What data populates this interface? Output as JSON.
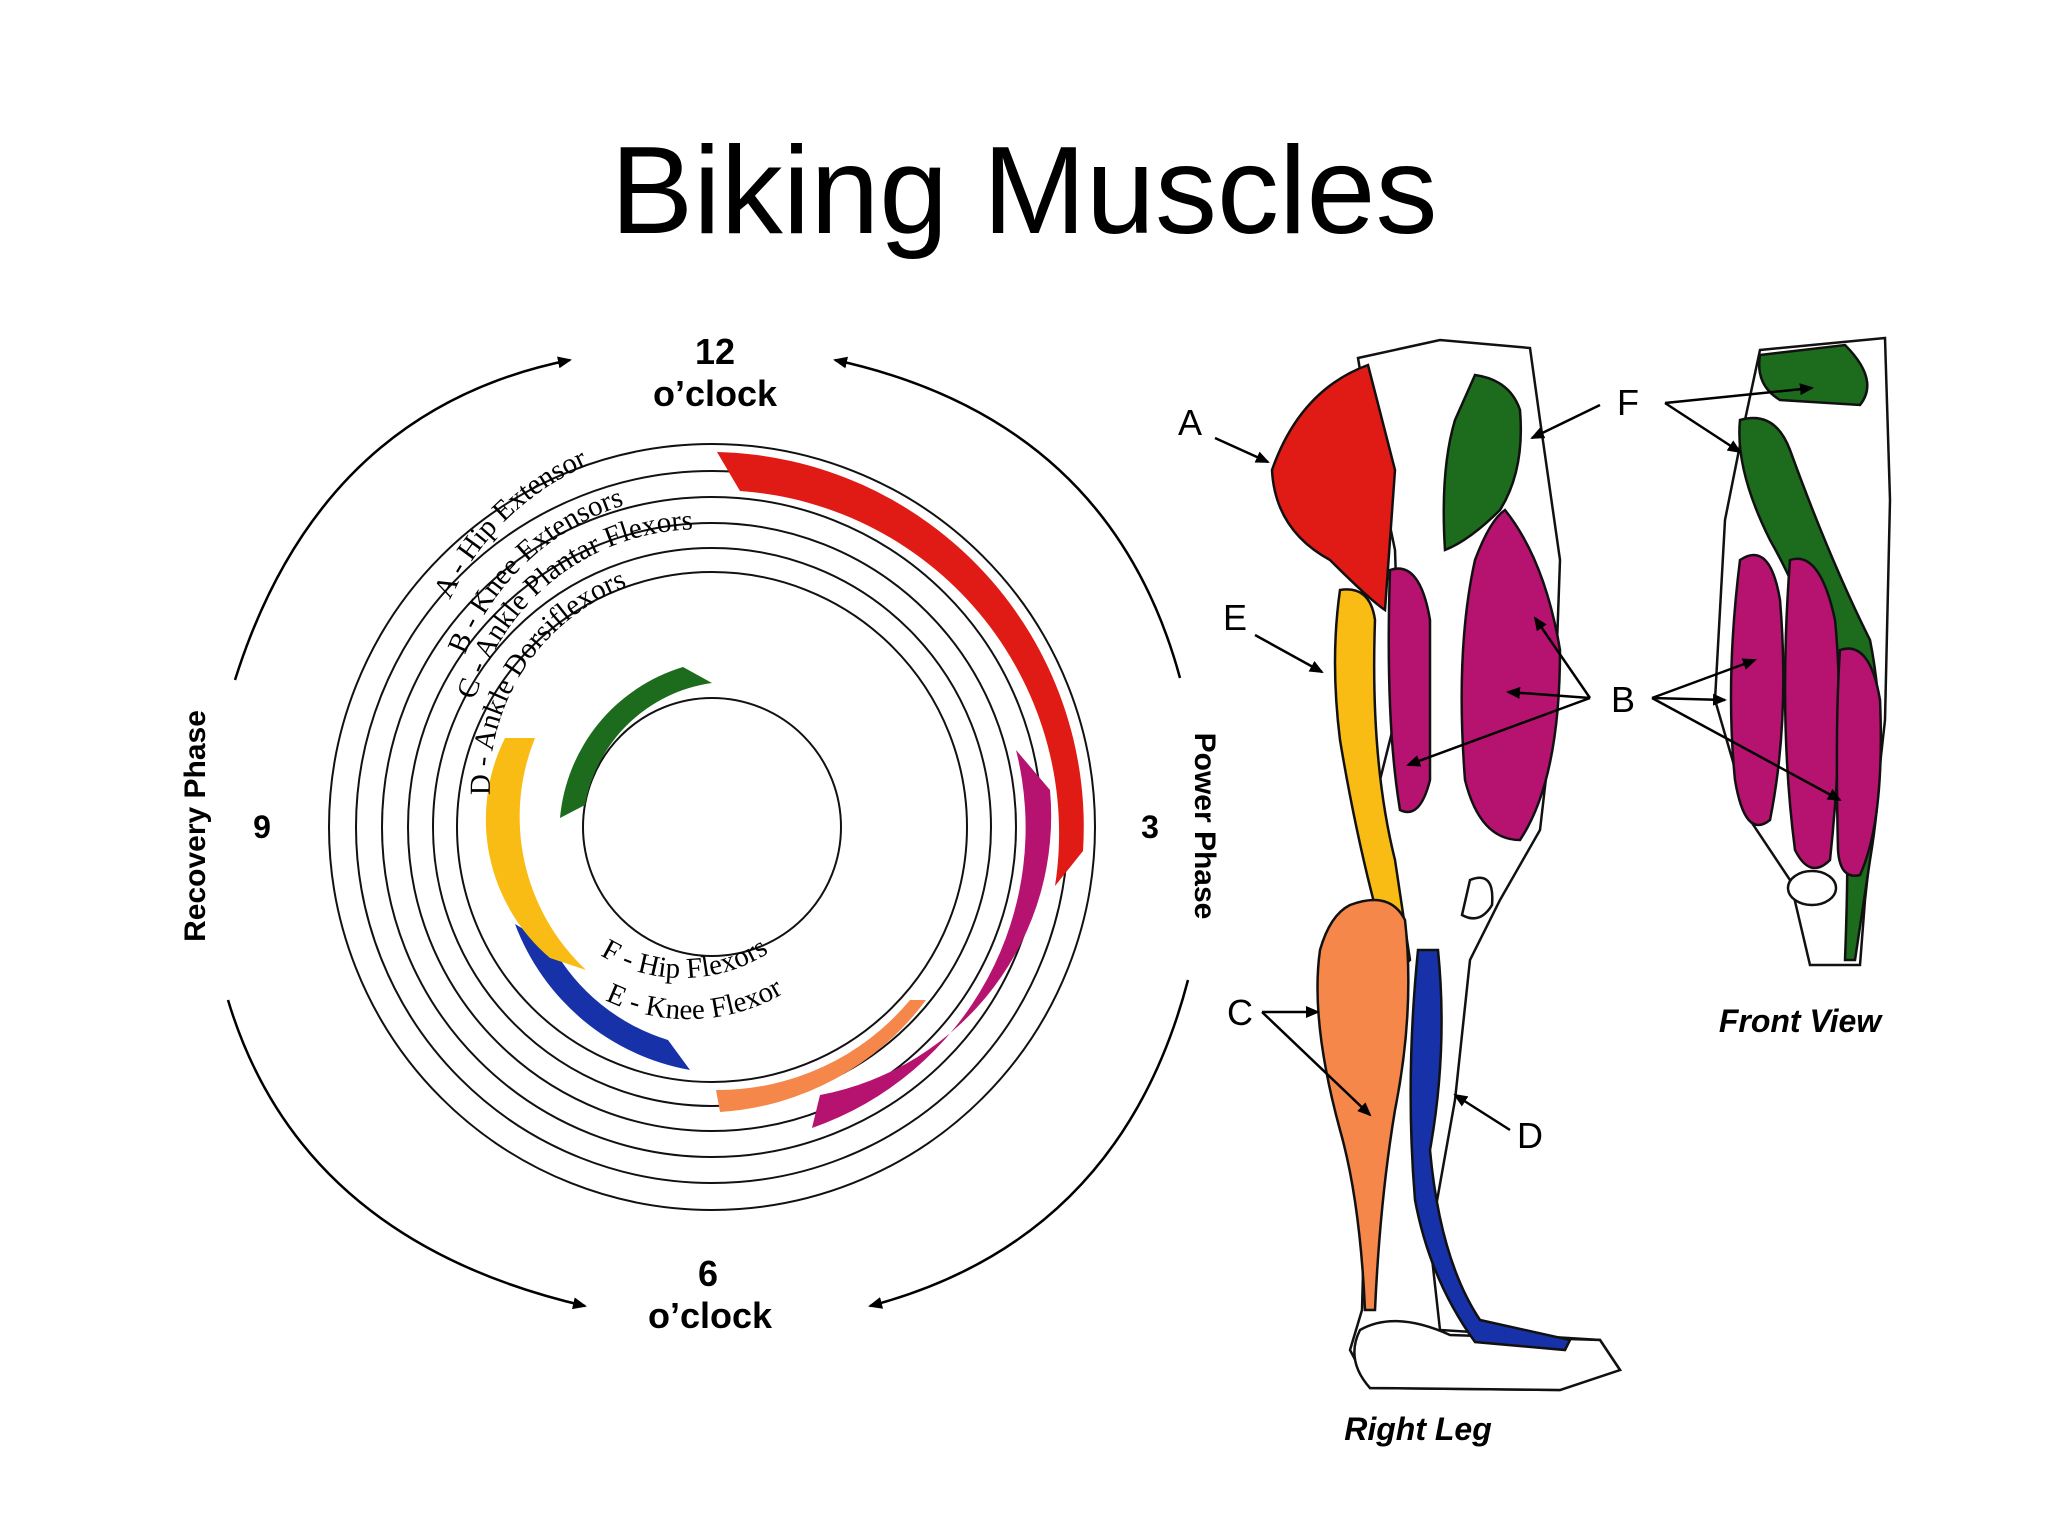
{
  "title": "Biking Muscles",
  "clock": {
    "top_number": "12",
    "top_caption": "o’clock",
    "bottom_number": "6",
    "bottom_caption": "o’clock",
    "left_number": "9",
    "right_number": "3",
    "left_phase": "Recovery Phase",
    "right_phase": "Power Phase"
  },
  "rings": [
    {
      "label": "A - Hip Extensor",
      "color": "#e01a14"
    },
    {
      "label": "B - Knee Extensors",
      "color": "#b5136f"
    },
    {
      "label": "C - Ankle Plantar Flexors",
      "color": "#f5874a"
    },
    {
      "label": "D - Ankle Dorsiflexors",
      "color": "#1731a8"
    },
    {
      "label": "E - Knee Flexor",
      "color": "#f8bc14"
    },
    {
      "label": "F - Hip Flexors",
      "color": "#1d6b1d"
    }
  ],
  "leg": {
    "callouts": [
      "A",
      "B",
      "C",
      "D",
      "E",
      "F"
    ],
    "caption_side": "Right Leg",
    "caption_front": "Front View"
  }
}
